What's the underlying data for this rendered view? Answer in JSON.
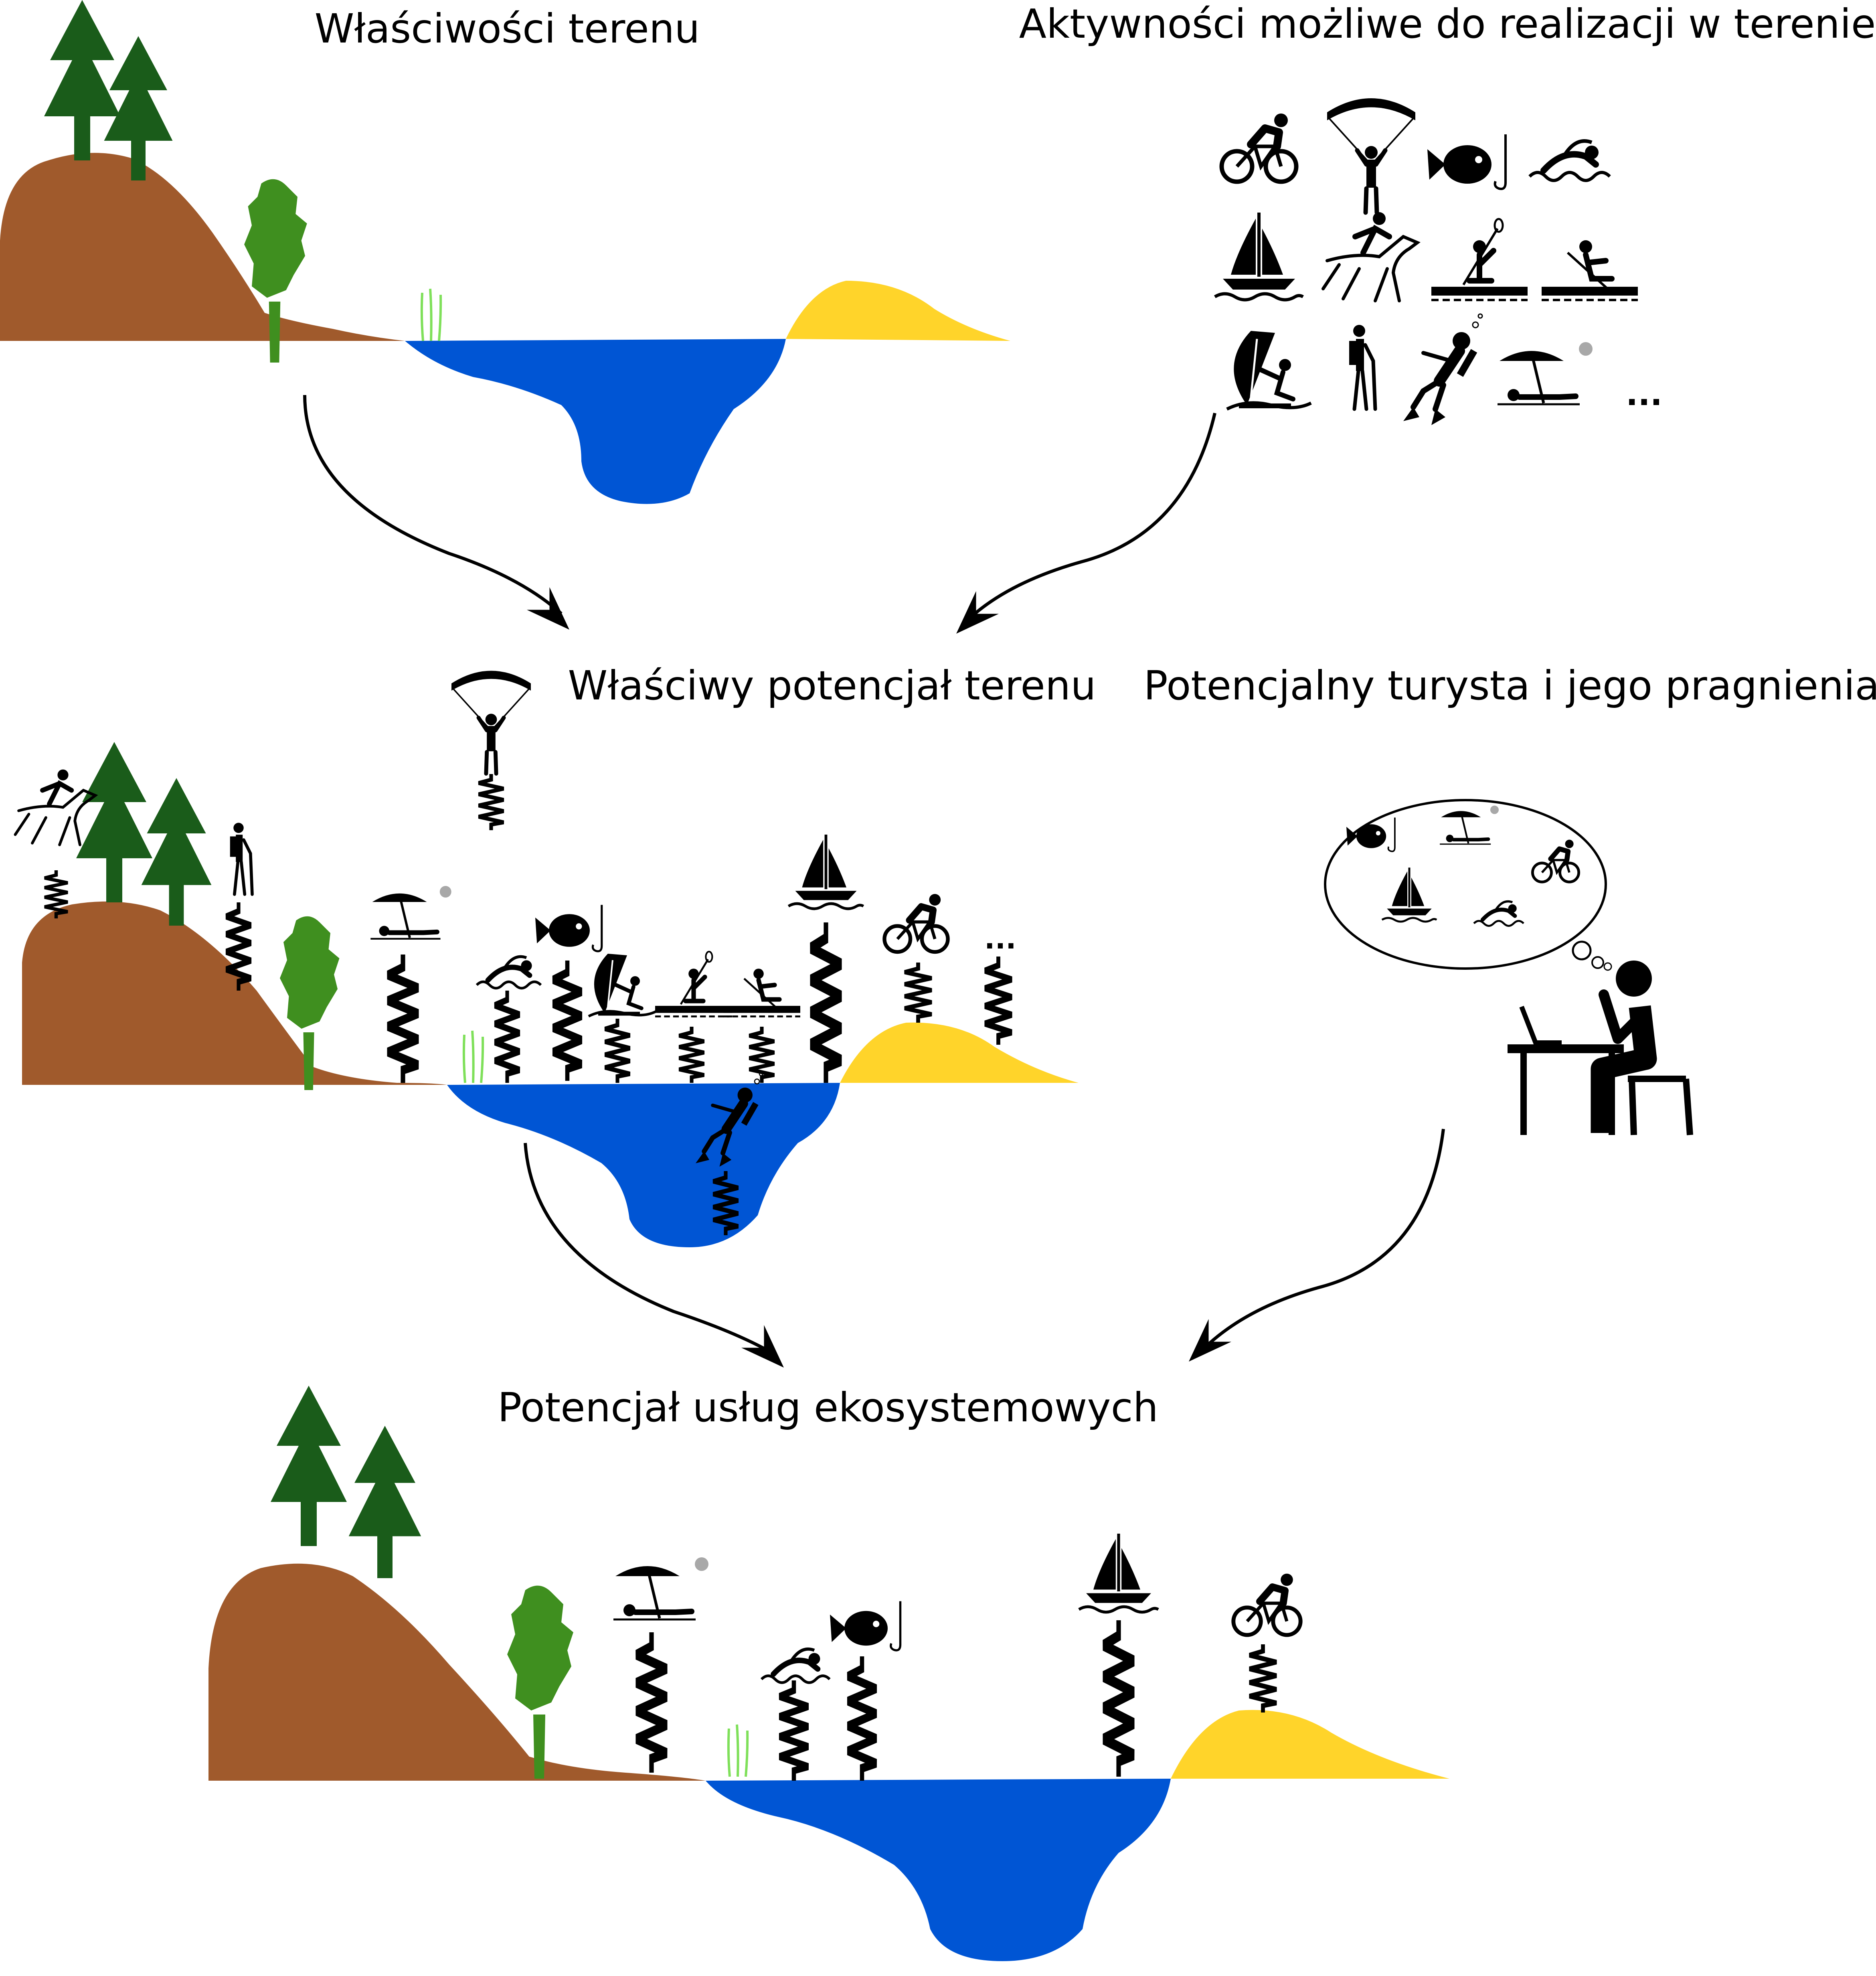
{
  "titles": {
    "terrain_properties": "Właściwości terenu",
    "possible_activities": "Aktywności możliwe do realizacji w terenie",
    "actual_potential": "Właściwy potencjał terenu",
    "tourist_desires": "Potencjalny turysta i jego pragnienia",
    "ecosystem_services_potential": "Potencjał usług ekosystemowych"
  },
  "ellipsis": "...",
  "colors": {
    "soil": "#a05a2c",
    "water": "#0055d4",
    "sand": "#ffd42a",
    "conifer": "#1a5c1a",
    "deciduous": "#3f8f1f",
    "reed": "#7fe05a",
    "icon": "#000000",
    "sun": "#a8a8a8"
  },
  "icons": [
    "bicycle-icon",
    "paraglider-icon",
    "fishing-icon",
    "swimmer-icon",
    "sailboat-icon",
    "horse-rider-icon",
    "kayak-icon",
    "rowing-icon",
    "windsurf-icon",
    "hiker-icon",
    "diver-icon",
    "sunbather-icon",
    "tourist-at-laptop-icon",
    "thought-bubble-icon",
    "spring-icon",
    "arrow-icon"
  ]
}
